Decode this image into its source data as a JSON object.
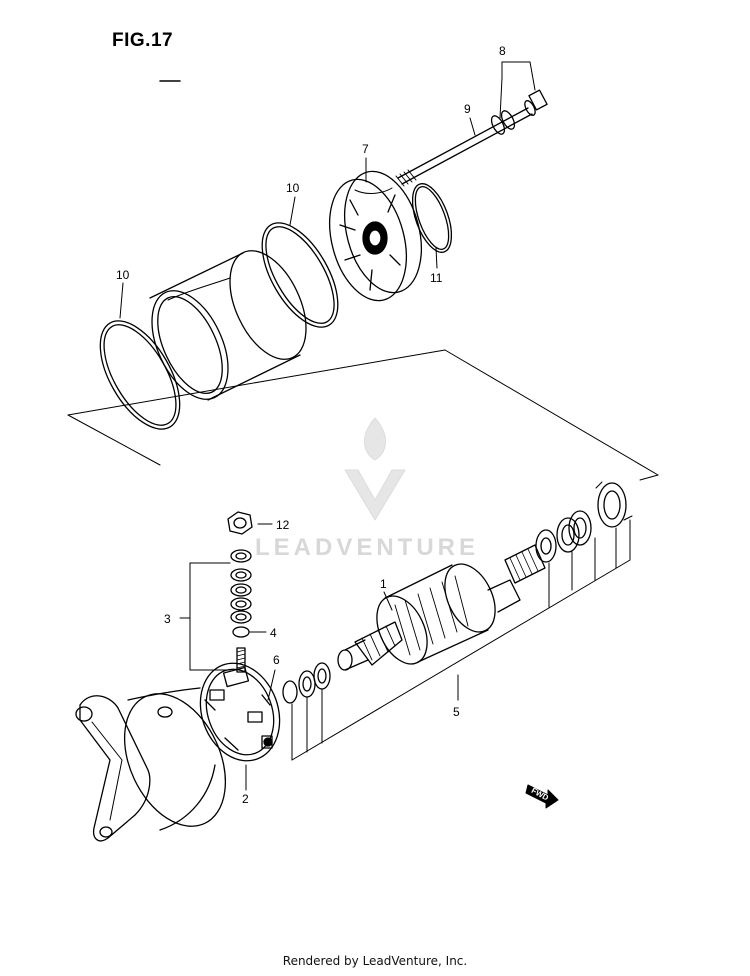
{
  "figure": {
    "title": "FIG.17"
  },
  "watermark": {
    "text": "LEADVENTURE"
  },
  "fwd_marker": {
    "text": "FWD"
  },
  "callouts": {
    "c1": "1",
    "c2": "2",
    "c3": "3",
    "c4": "4",
    "c5": "5",
    "c6": "6",
    "c7": "7",
    "c8": "8",
    "c9": "9",
    "c10a": "10",
    "c10b": "10",
    "c11": "11",
    "c12": "12"
  },
  "footer": {
    "text": "Rendered by LeadVenture, Inc."
  }
}
